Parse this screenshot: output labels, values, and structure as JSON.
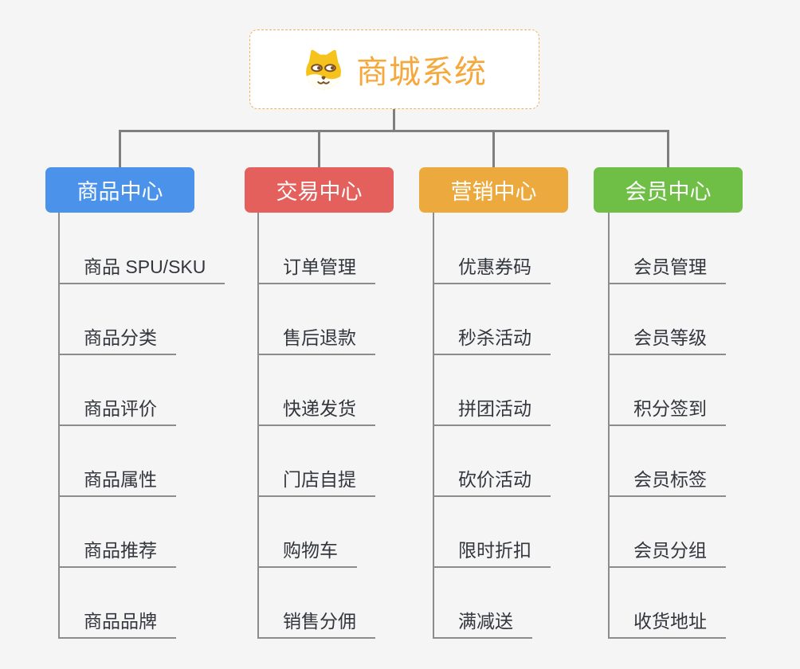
{
  "theme": {
    "background": "#F5F5F6",
    "connector_color": "#7F7F7F",
    "subline_color": "#8C8C8C",
    "item_text_color": "#33363C"
  },
  "root": {
    "title": "商城系统",
    "icon": "shiba-dog-icon",
    "title_color": "#F5A83C",
    "border_color": "#F2B05E"
  },
  "branches": [
    {
      "label": "商品中心",
      "color": "#4B92EA",
      "items": [
        "商品 SPU/SKU",
        "商品分类",
        "商品评价",
        "商品属性",
        "商品推荐",
        "商品品牌"
      ]
    },
    {
      "label": "交易中心",
      "color": "#E4605C",
      "items": [
        "订单管理",
        "售后退款",
        "快递发货",
        "门店自提",
        "购物车",
        "销售分佣"
      ]
    },
    {
      "label": "营销中心",
      "color": "#ECAA3E",
      "items": [
        "优惠券码",
        "秒杀活动",
        "拼团活动",
        "砍价活动",
        "限时折扣",
        "满减送"
      ]
    },
    {
      "label": "会员中心",
      "color": "#6FBF46",
      "items": [
        "会员管理",
        "会员等级",
        "积分签到",
        "会员标签",
        "会员分组",
        "收货地址"
      ]
    }
  ]
}
